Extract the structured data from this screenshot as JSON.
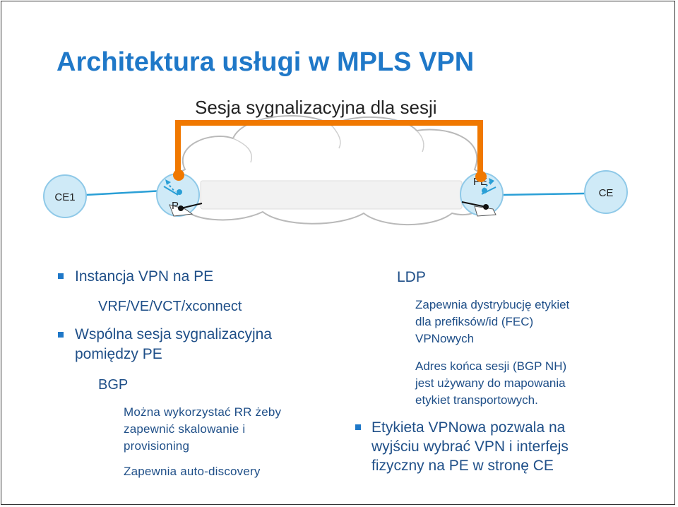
{
  "slide": {
    "title": "Architektura usługi w MPLS VPN",
    "subtitle": "Sesja sygnalizacyjna dla sesji"
  },
  "diagram": {
    "nodes": {
      "ce_left": "CE1",
      "pe_left": "P",
      "pe_right": "PE",
      "ce_right": "CE"
    },
    "colors": {
      "signaling_path": "#f07800",
      "link": "#2a9fd6",
      "node_fill": "#cfeaf7",
      "cloud_stroke": "#b9b9b9"
    }
  },
  "left_column": {
    "b1": "Instancja VPN na PE",
    "b1_sub": "VRF/VE/VCT/xconnect",
    "b2_line1": "Wspólna sesja sygnalizacyjna",
    "b2_line2": "pomiędzy PE",
    "bgp": "BGP",
    "bgp_l1": "Można wykorzystać RR żeby",
    "bgp_l2": "zapewnić skalowanie i",
    "bgp_l3": "provisioning",
    "bgp_l4": "Zapewnia auto-discovery"
  },
  "right_column": {
    "ldp": "LDP",
    "ldp1_l1": "Zapewnia dystrybucję etykiet",
    "ldp1_l2": "dla prefiksów/id (FEC)",
    "ldp1_l3": "VPNowych",
    "ldp2_l1": "Adres końca sesji (BGP NH)",
    "ldp2_l2": "jest używany do mapowania",
    "ldp2_l3": "etykiet transportowych.",
    "b3_l1": "Etykieta VPNowa pozwala na",
    "b3_l2": "wyjściu wybrać VPN i interfejs",
    "b3_l3": "fizyczny na PE w stronę CE"
  }
}
